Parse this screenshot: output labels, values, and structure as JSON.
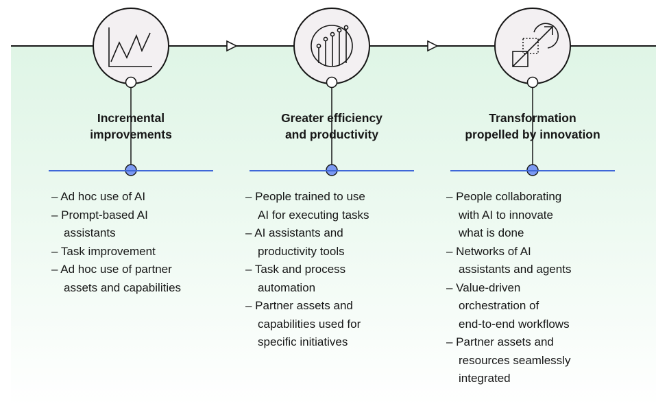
{
  "stages": [
    {
      "title_line1": "Incremental",
      "title_line2": "improvements",
      "icon": "line-chart-icon",
      "bullets": [
        {
          "line1": "– Ad hoc use of AI",
          "line2": ""
        },
        {
          "line1": "– Prompt-based AI",
          "line2": "assistants"
        },
        {
          "line1": "– Task improvement",
          "line2": ""
        },
        {
          "line1": "– Ad hoc use of partner",
          "line2": "assets and capabilities"
        }
      ]
    },
    {
      "title_line1": "Greater efficiency",
      "title_line2": "and productivity",
      "icon": "growth-bars-icon",
      "bullets": [
        {
          "line1": "– People trained to use",
          "line2": "AI for executing tasks"
        },
        {
          "line1": "– AI assistants and",
          "line2": "productivity tools"
        },
        {
          "line1": "– Task and process",
          "line2": "automation"
        },
        {
          "line1": "– Partner assets and",
          "line2": "capabilities used for",
          "line3": "specific initiatives"
        }
      ]
    },
    {
      "title_line1": "Transformation",
      "title_line2": "propelled by innovation",
      "icon": "transform-arrow-icon",
      "bullets": [
        {
          "line1": "– People collaborating",
          "line2": "with AI to innovate",
          "line3": "what is done"
        },
        {
          "line1": "– Networks of AI",
          "line2": "assistants and agents"
        },
        {
          "line1": "– Value-driven",
          "line2": "orchestration of",
          "line3": "end-to-end workflows"
        },
        {
          "line1": "– Partner assets and",
          "line2": "resources seamlessly",
          "line3": "integrated"
        }
      ]
    }
  ],
  "colors": {
    "line": "#161616",
    "accent_blue": "#3f67d8",
    "node_blue": "#7c9af2",
    "icon_circle_fill": "#f3f0f2",
    "background_green": "#dff5e6"
  }
}
